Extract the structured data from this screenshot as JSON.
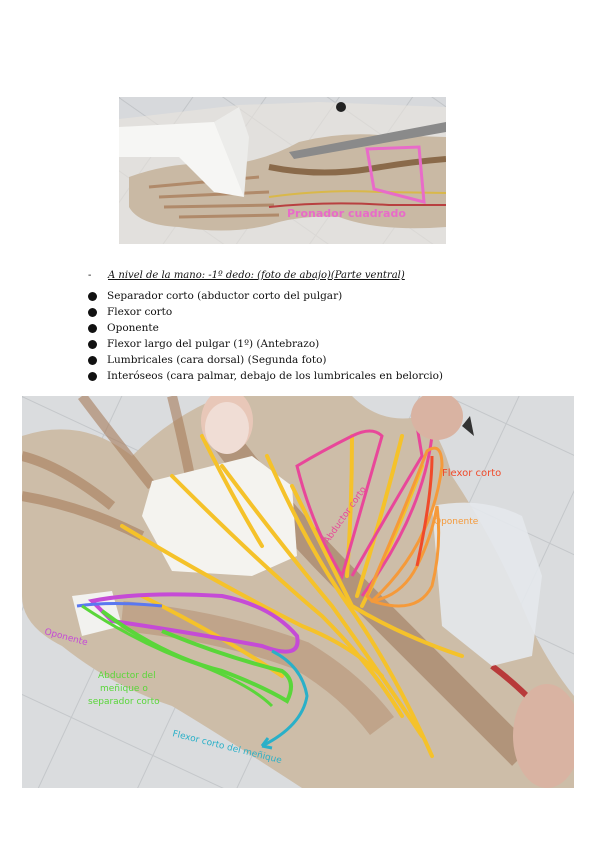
{
  "top_photo": {
    "label": "Pronador cuadrado",
    "label_color": "#e86bc9"
  },
  "notes": {
    "dash": "-",
    "heading": "A nivel de la mano: -1º dedo: (foto de abajo)(Parte ventral)",
    "items": [
      {
        "text": "Separador corto (abductor corto del pulgar)"
      },
      {
        "text": "Flexor corto"
      },
      {
        "text": "Oponente"
      },
      {
        "text": "Flexor largo del pulgar (1º) (Antebrazo)"
      },
      {
        "text": "Lumbricales (cara dorsal) (Segunda foto)"
      },
      {
        "text": "Interóseos (cara palmar, debajo de los lumbricales en belorcio)"
      }
    ]
  },
  "bottom_photo": {
    "labels": {
      "flexor_corto": "Flexor corto",
      "oponente_thumb": "Oponente",
      "abductor_thumb": "Abductor corto",
      "oponente_pinky": "Oponente",
      "abductor_pinky_line1": "Abductor del",
      "abductor_pinky_line2": "meñique o",
      "abductor_pinky_line3": "separador corto",
      "flexor_corto_pinky": "Flexor corto del meñique"
    },
    "colors": {
      "flexor_corto": "#f04a2a",
      "oponente_thumb": "#f59a3a",
      "abductor_thumb": "#e8479a",
      "oponente_pinky": "#c54bd6",
      "abductor_pinky": "#5ad63a",
      "flexor_corto_pinky": "#2ab0c8",
      "tendons": "#f5c22a"
    }
  }
}
